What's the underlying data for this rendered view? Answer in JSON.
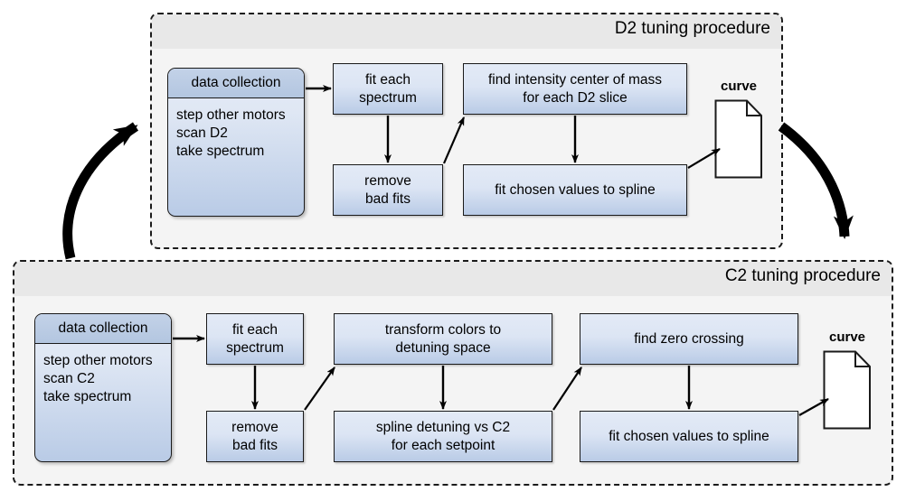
{
  "diagram": {
    "title_hidden": "",
    "groups": [
      {
        "id": "d2",
        "title": "D2 tuning procedure",
        "data_collection": {
          "header": "data collection",
          "body": "step other motors\nscan D2\ntake spectrum"
        },
        "nodes": [
          {
            "id": "d2-fit",
            "label": "fit each\nspectrum"
          },
          {
            "id": "d2-remove",
            "label": "remove\nbad fits"
          },
          {
            "id": "d2-com",
            "label": "find intensity center of mass\nfor each D2 slice"
          },
          {
            "id": "d2-spline",
            "label": "fit chosen values to spline"
          }
        ],
        "output": {
          "id": "d2-curve",
          "label": "curve"
        }
      },
      {
        "id": "c2",
        "title": "C2 tuning procedure",
        "data_collection": {
          "header": "data collection",
          "body": "step other motors\nscan C2\ntake spectrum"
        },
        "nodes": [
          {
            "id": "c2-fit",
            "label": "fit each\nspectrum"
          },
          {
            "id": "c2-remove",
            "label": "remove\nbad fits"
          },
          {
            "id": "c2-transform",
            "label": "transform colors to\ndetuning space"
          },
          {
            "id": "c2-splinedet",
            "label": "spline detuning vs C2\nfor each setpoint"
          },
          {
            "id": "c2-zero",
            "label": "find zero crossing"
          },
          {
            "id": "c2-fitspline",
            "label": "fit chosen values to spline"
          }
        ],
        "output": {
          "id": "c2-curve",
          "label": "curve"
        }
      }
    ],
    "colors": {
      "node_fill_top": "#e3eaf6",
      "node_fill_bottom": "#b9cbe6",
      "node_border": "#1a1a1a",
      "group_bg": "#f4f4f4",
      "group_header_bg": "#e8e8e8",
      "arrow": "#000000"
    }
  }
}
